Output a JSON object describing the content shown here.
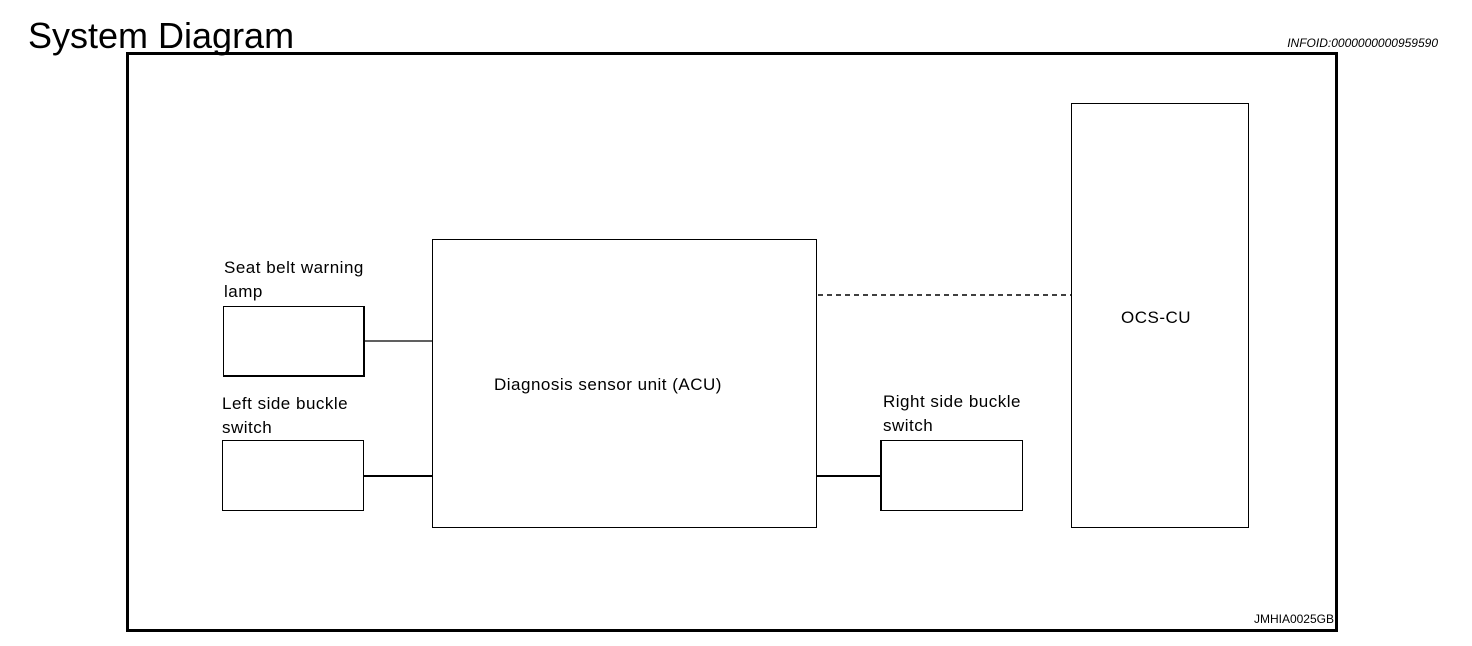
{
  "header": {
    "title": "System Diagram",
    "info_id": "INFOID:0000000000959590"
  },
  "diagram": {
    "figure_id": "JMHIA0025GB",
    "components": {
      "seat_belt_warning_lamp": {
        "label": "Seat belt warning\nlamp"
      },
      "left_side_buckle_switch": {
        "label": "Left side buckle\nswitch"
      },
      "diagnosis_sensor_unit": {
        "label": "Diagnosis sensor unit (ACU)"
      },
      "right_side_buckle_switch": {
        "label": "Right side buckle\nswitch"
      },
      "ocs_cu": {
        "label": "OCS-CU"
      }
    }
  }
}
